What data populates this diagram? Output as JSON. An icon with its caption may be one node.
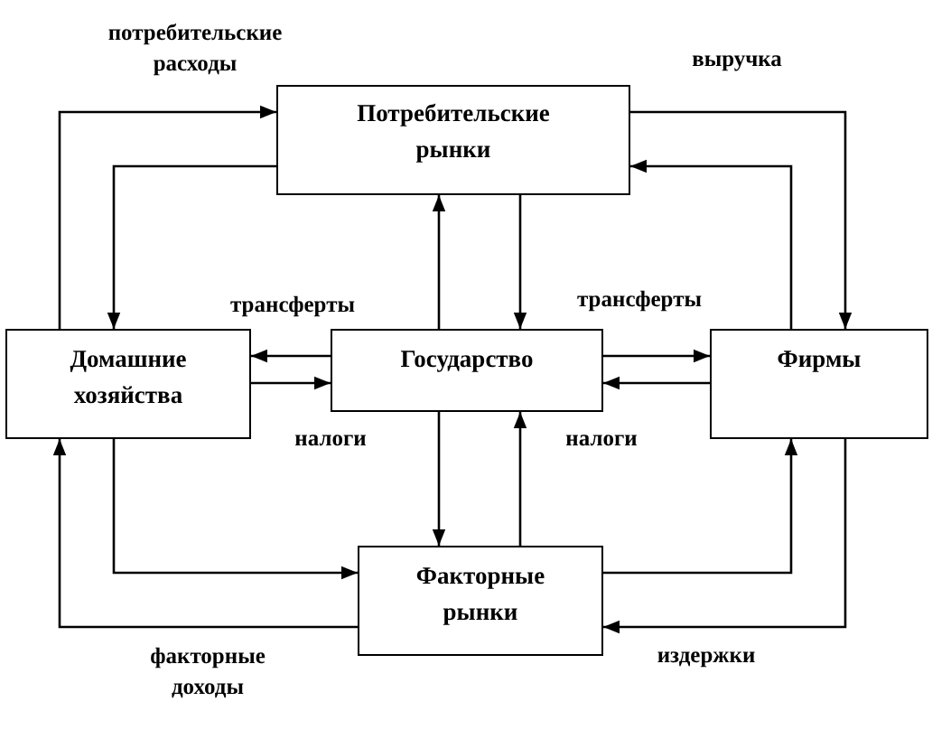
{
  "diagram": {
    "nodes": [
      {
        "text": [
          "Потребительские рынки"
        ]
      },
      {
        "text": [
          "Домашние хозяйства"
        ]
      },
      {
        "text": [
          "Государство"
        ]
      },
      {
        "text": [
          "Фирмы"
        ]
      },
      {
        "text": [
          "Факторные рынки"
        ]
      }
    ],
    "edges": [
      {
        "from": 1,
        "to": 0,
        "arrow": "to",
        "label": "потребительские расходы"
      },
      {
        "from": 0,
        "to": 1,
        "arrow": "to"
      },
      {
        "from": 0,
        "to": 3,
        "arrow": "to",
        "label": "выручка"
      },
      {
        "from": 3,
        "to": 0,
        "arrow": "to"
      },
      {
        "from": 2,
        "to": 0,
        "arrow": "to"
      },
      {
        "from": 0,
        "to": 2,
        "arrow": "to"
      },
      {
        "from": 2,
        "to": 1,
        "arrow": "to",
        "label": "трансферты"
      },
      {
        "from": 1,
        "to": 2,
        "arrow": "to",
        "label": "налоги"
      },
      {
        "from": 2,
        "to": 3,
        "arrow": "to",
        "label": "трансферты"
      },
      {
        "from": 3,
        "to": 2,
        "arrow": "to",
        "label": "налоги"
      },
      {
        "from": 2,
        "to": 4,
        "arrow": "to"
      },
      {
        "from": 4,
        "to": 2,
        "arrow": "to"
      },
      {
        "from": 1,
        "to": 4,
        "arrow": "to"
      },
      {
        "from": 4,
        "to": 1,
        "arrow": "to",
        "label": "факторные доходы"
      },
      {
        "from": 3,
        "to": 4,
        "arrow": "to",
        "label": "издержки"
      },
      {
        "from": 4,
        "to": 3,
        "arrow": "to"
      }
    ]
  }
}
